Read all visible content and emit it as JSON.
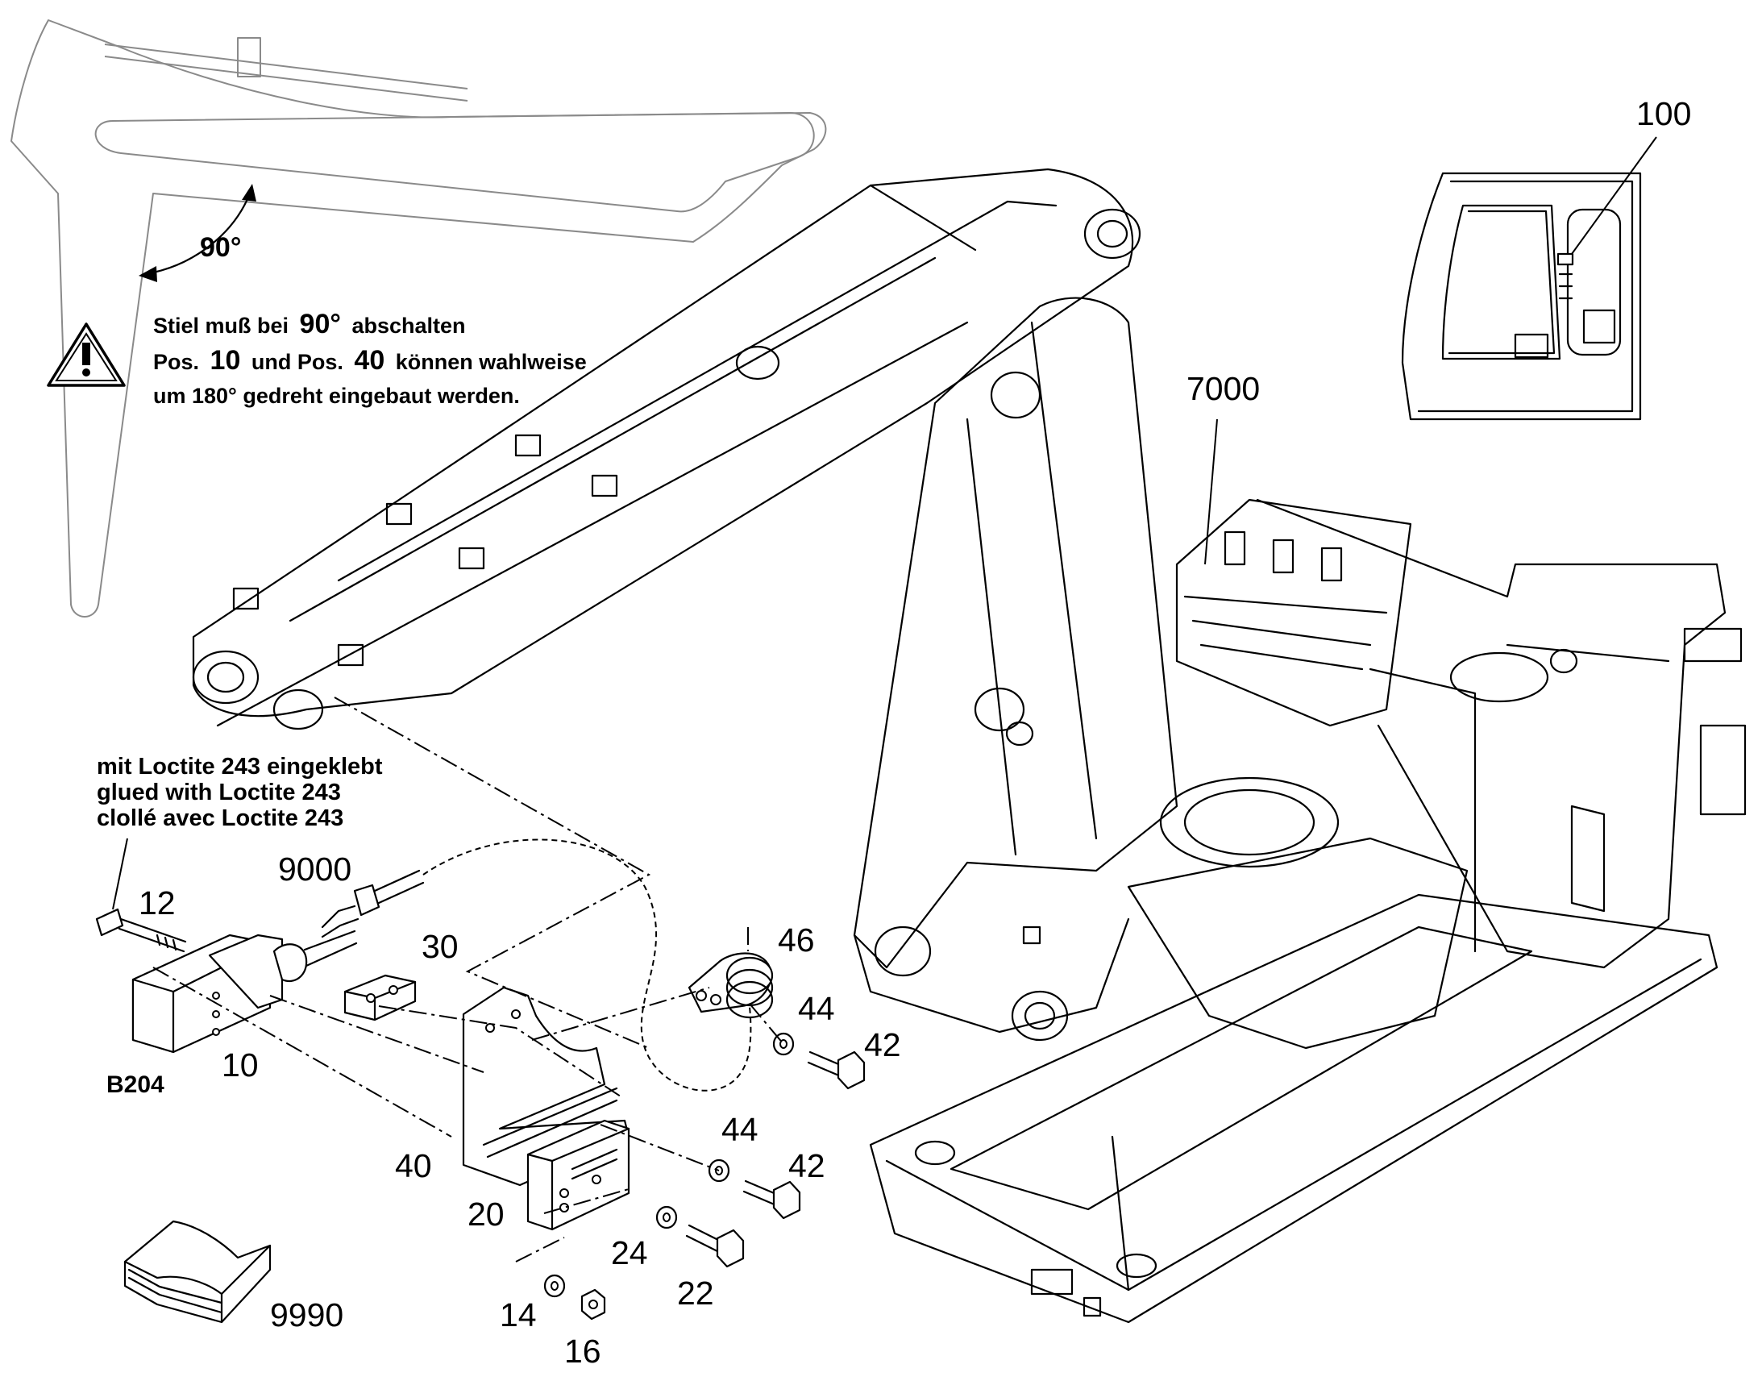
{
  "notes": {
    "angle": "90°",
    "warning_line1_pre": "Stiel muß bei",
    "warning_line1_val": "90°",
    "warning_line1_post": "abschalten",
    "warning_line2_pre": "Pos.",
    "warning_line2_a": "10",
    "warning_line2_mid": "und Pos.",
    "warning_line2_b": "40",
    "warning_line2_post": "können wahlweise",
    "warning_line3": "um 180° gedreht eingebaut werden.",
    "loctite_de": "mit Loctite 243 eingeklebt",
    "loctite_en": "glued with Loctite 243",
    "loctite_fr": "clollé avec Loctite 243",
    "sensor_code": "B204"
  },
  "callouts": {
    "p100": "100",
    "p7000": "7000",
    "p9000": "9000",
    "p12": "12",
    "p30": "30",
    "p46": "46",
    "p44a": "44",
    "p42a": "42",
    "p10": "10",
    "p40": "40",
    "p44b": "44",
    "p42b": "42",
    "p20": "20",
    "p24": "24",
    "p22": "22",
    "p14": "14",
    "p16": "16",
    "p9990": "9990"
  },
  "icons": {
    "warning": "warning-triangle-icon",
    "manual": "manual-book-icon"
  }
}
